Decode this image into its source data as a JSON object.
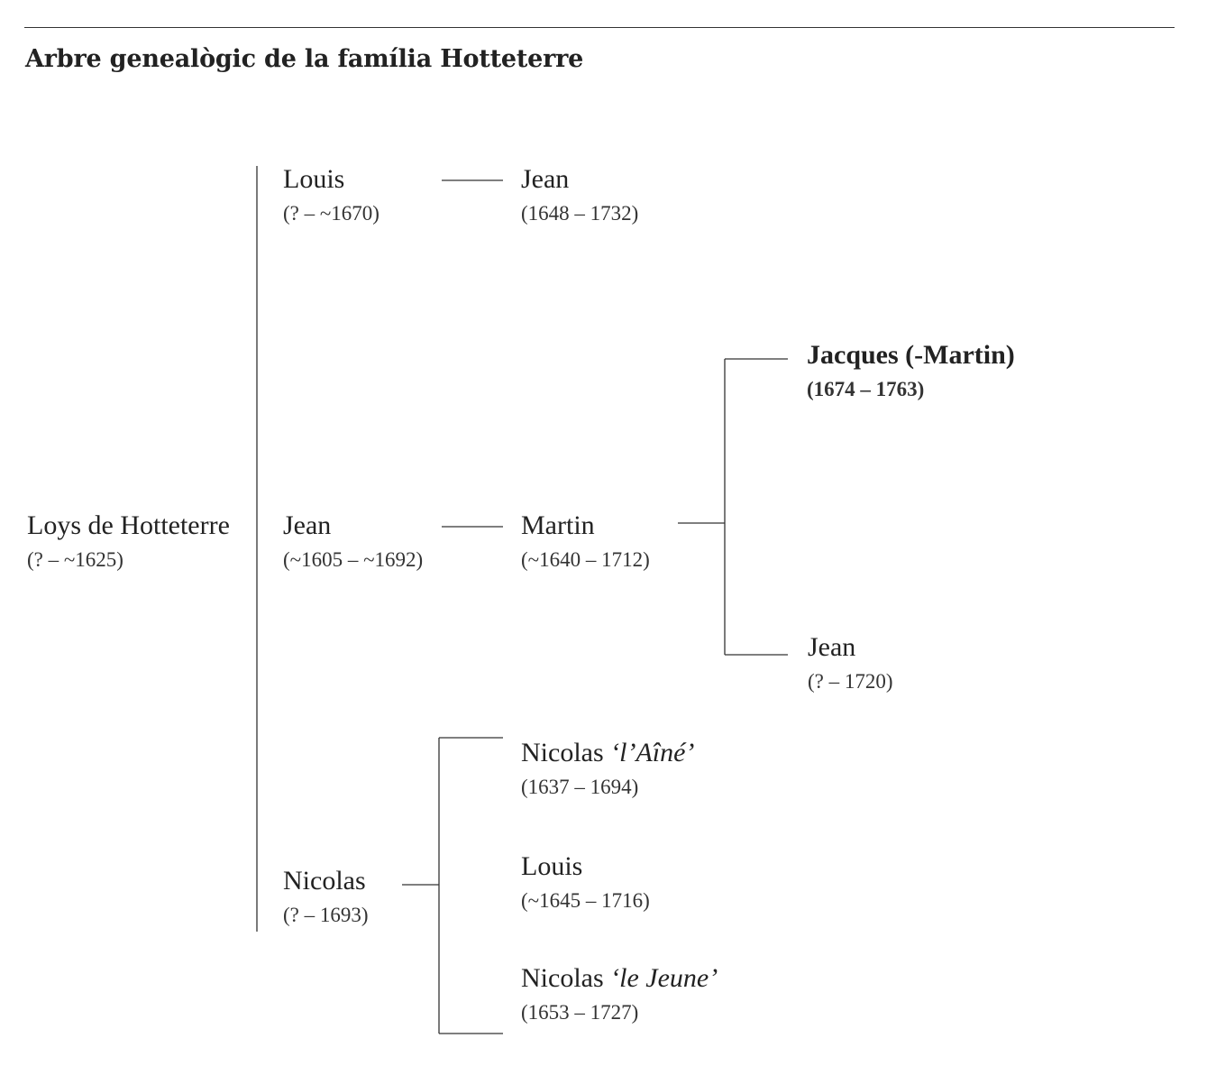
{
  "title": "Arbre genealògic de la família Hotteterre",
  "nodes": {
    "loys": {
      "name": "Loys de Hotteterre",
      "dates": "(? – ~1625)"
    },
    "louis1": {
      "name": "Louis",
      "dates": "(? – ~1670)"
    },
    "jean1": {
      "name": "Jean",
      "dates": "(~1605 – ~1692)"
    },
    "nicolas1": {
      "name": "Nicolas",
      "dates": "(? – 1693)"
    },
    "jean2": {
      "name": "Jean",
      "dates": "(1648 – 1732)"
    },
    "martin": {
      "name": "Martin",
      "dates": "(~1640 – 1712)"
    },
    "nicolas_aine": {
      "name": "Nicolas",
      "epithet": "‘l’Aîné’",
      "dates": "(1637 – 1694)"
    },
    "louis2": {
      "name": "Louis",
      "dates": "(~1645 – 1716)"
    },
    "nicolas_jeune": {
      "name": "Nicolas",
      "epithet": "‘le Jeune’",
      "dates": "(1653 – 1727)"
    },
    "jacques": {
      "name": "Jacques (-Martin)",
      "dates": "(1674 – 1763)"
    },
    "jean3": {
      "name": "Jean",
      "dates": "(? – 1720)"
    }
  },
  "colors": {
    "text": "#222222",
    "lines": "#333333",
    "background": "#ffffff"
  }
}
